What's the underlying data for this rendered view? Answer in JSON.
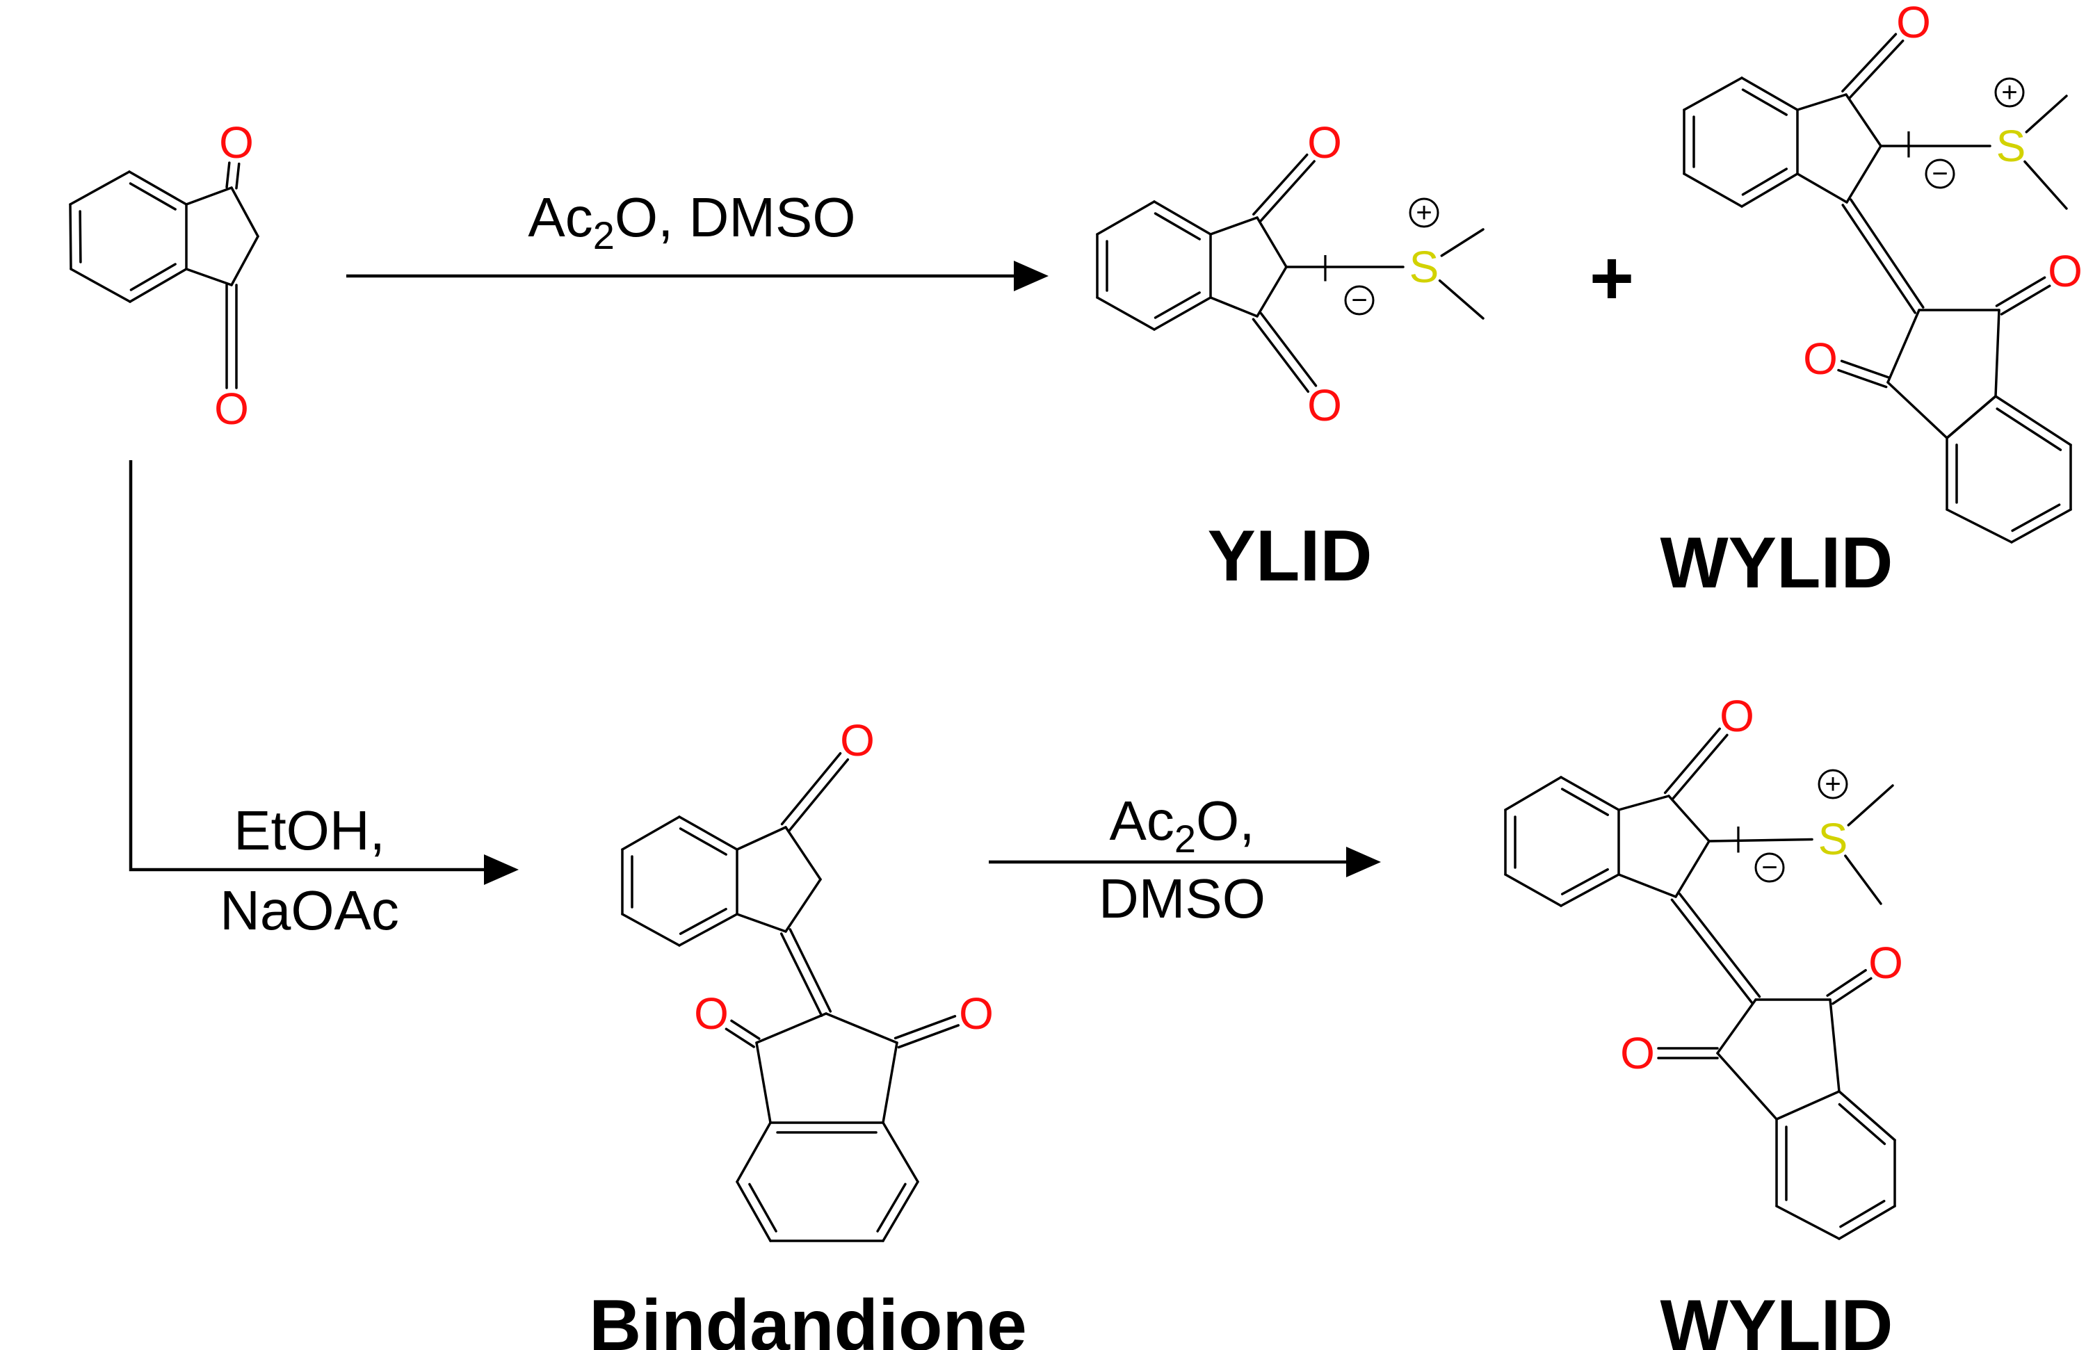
{
  "colors": {
    "oxygen": "#ff0d0d",
    "sulfur": "#d2d200",
    "bond": "#000000",
    "text": "#000000"
  },
  "atoms": {
    "oxygen": "O",
    "sulfur": "S",
    "plus_charge": "+",
    "minus_charge": "−",
    "carbanion_mark": "|"
  },
  "reactions": {
    "top": {
      "reagent_prefix": "Ac",
      "reagent_subscript": "2",
      "reagent_suffix": "O, DMSO"
    },
    "left": {
      "line1": "EtOH,",
      "line2": "NaOAc"
    },
    "bottom": {
      "line1_prefix": "Ac",
      "line1_subscript": "2",
      "line1_suffix": "O,",
      "line2": "DMSO"
    }
  },
  "plus_sign": "+",
  "labels": {
    "ylid": "YLID",
    "wylid_top": "WYLID",
    "bindandione": "Bindandione",
    "wylid_bottom": "WYLID"
  }
}
